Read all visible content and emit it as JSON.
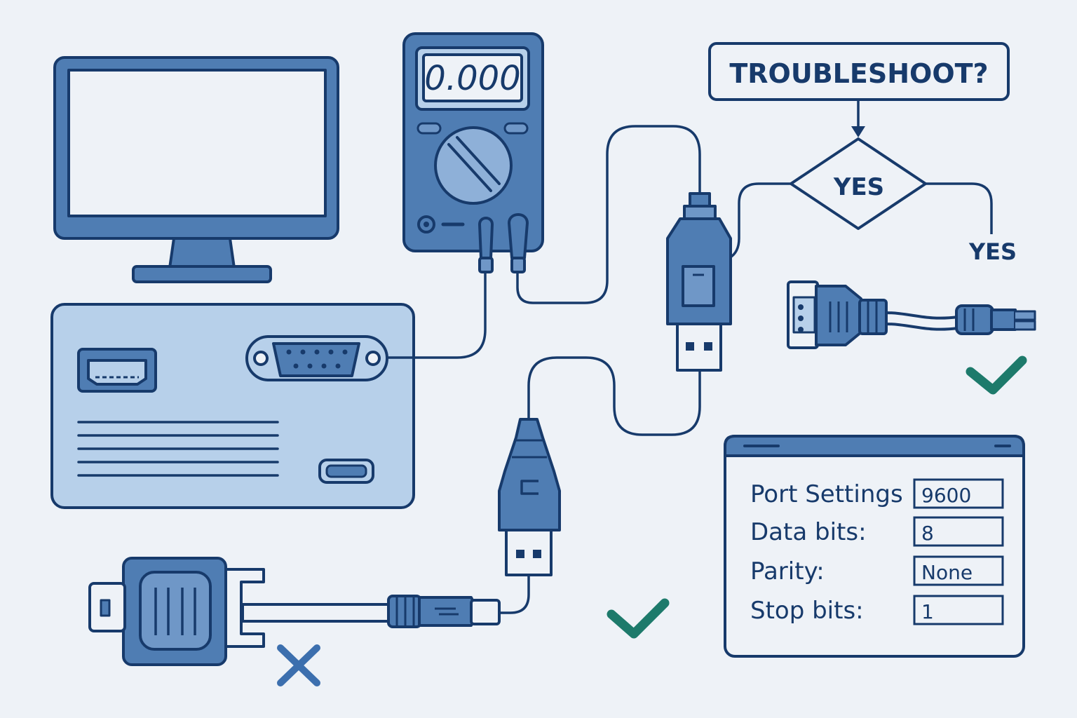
{
  "colors": {
    "background": "#eef2f7",
    "outline": "#173a6b",
    "fill_dark": "#4f7db3",
    "fill_mid": "#6f97c7",
    "fill_light": "#b7d0ea",
    "screen": "#eef2f7",
    "check": "#1d7a6b",
    "cross": "#3c6fae"
  },
  "multimeter": {
    "display": "0.000"
  },
  "flowchart": {
    "question": "TROUBLESHOOT?",
    "decision": "YES",
    "branch": "YES"
  },
  "status_marks": {
    "top_right_cable": "checkmark",
    "usb_cable": "checkmark",
    "serial_adapter": "cross"
  },
  "port_settings": {
    "rows": [
      {
        "label": "Port Settings",
        "value": "9600"
      },
      {
        "label": "Data bits:",
        "value": "8"
      },
      {
        "label": "Parity:",
        "value": "None"
      },
      {
        "label": "Stop bits:",
        "value": "1"
      }
    ]
  }
}
